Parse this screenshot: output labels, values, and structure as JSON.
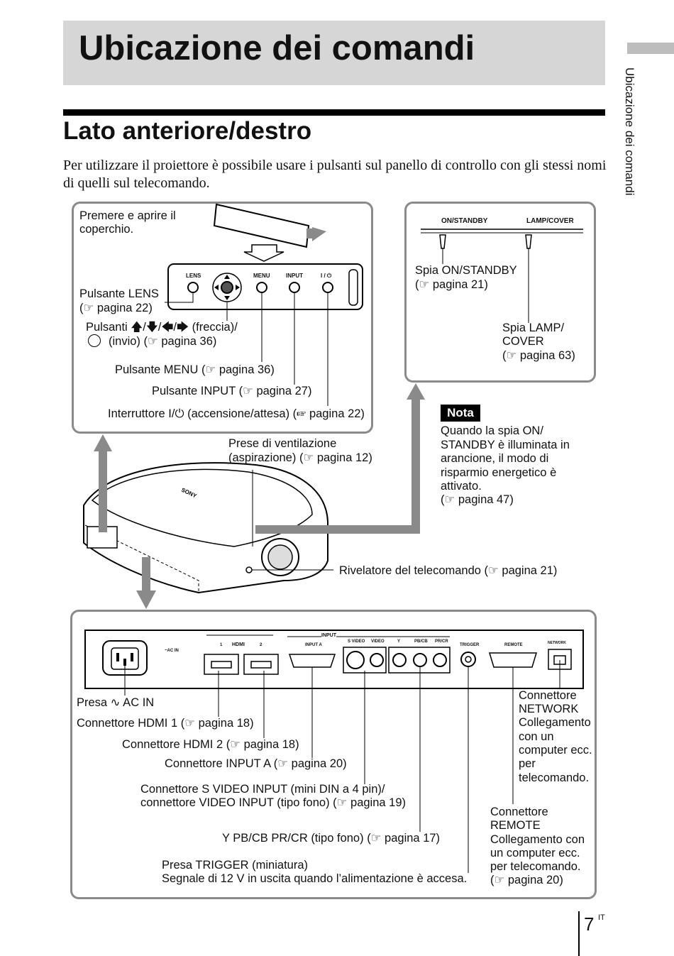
{
  "header": {
    "title": "Ubicazione dei comandi",
    "side_tab": "Ubicazione dei comandi"
  },
  "section": {
    "title": "Lato anteriore/destro",
    "intro": "Per utilizzare il proiettore è possibile usare i pulsanti sul panello di controllo con gli stessi nomi di quelli sul telecomando."
  },
  "control_panel": {
    "lid_note_1": "Premere e aprire il",
    "lid_note_2": "coperchio.",
    "button_labels": [
      "LENS",
      "MENU",
      "INPUT",
      "I / ⏻"
    ],
    "lens_1": "Pulsante LENS",
    "lens_2": "(☞ pagina 22)",
    "arrows_1": "Pulsanti 🡅/🡇/🡄/🡆 (freccia)/",
    "arrows_2": "(invio) (☞ pagina 36)",
    "menu": "Pulsante MENU (☞ pagina 36)",
    "input": "Pulsante INPUT (☞ pagina 27)",
    "power": "Interruttore I/⏻ (accensione/attesa) (☞ pagina 22)"
  },
  "indicators": {
    "on_standby_label": "ON/STANDBY",
    "lamp_cover_label": "LAMP/COVER",
    "on_standby_1": "Spia ON/STANDBY",
    "on_standby_2": "(☞ pagina 21)",
    "lamp_1": "Spia LAMP/",
    "lamp_2": "COVER",
    "lamp_3": "(☞ pagina 63)"
  },
  "nota": {
    "tag": "Nota",
    "lines": [
      "Quando la spia ON/",
      "STANDBY è illuminata in",
      "arancione, il modo di",
      "risparmio energetico è",
      "attivato.",
      "(☞ pagina 47)"
    ]
  },
  "projector": {
    "vent_1": "Prese di ventilazione",
    "vent_2": "(aspirazione) (☞ pagina 12)",
    "remote_sensor": "Rivelatore del telecomando (☞ pagina 21)",
    "brand": "SONY"
  },
  "rear_panel": {
    "labels": {
      "ac_in": "~AC IN",
      "hdmi": "HDMI",
      "hdmi_1": "1",
      "hdmi_2": "2",
      "input": "INPUT",
      "input_a": "INPUT A",
      "s_video": "S VIDEO",
      "video": "VIDEO",
      "y": "Y",
      "pb": "PB/CB",
      "pr": "PR/CR",
      "trigger": "TRIGGER",
      "remote": "REMOTE",
      "network": "NETWORK"
    },
    "ac": "Presa ∿ AC IN",
    "hdmi1": "Connettore HDMI 1 (☞ pagina 18)",
    "hdmi2": "Connettore HDMI 2 (☞ pagina 18)",
    "input_a_note": "Connettore INPUT A (☞ pagina 20)",
    "svideo_1": "Connettore S VIDEO INPUT (mini DIN a 4 pin)/",
    "svideo_2": "connettore VIDEO INPUT (tipo fono) (☞ pagina 19)",
    "ypbpr": "Y PB/CB PR/CR (tipo fono) (☞ pagina 17)",
    "trigger_1": "Presa TRIGGER (miniatura)",
    "trigger_2": "Segnale di 12 V in uscita quando l’alimentazione è accesa.",
    "network_lines": [
      "Connettore",
      "NETWORK",
      "Collegamento",
      "con un",
      "computer ecc.",
      "per",
      "telecomando."
    ],
    "remote_lines": [
      "Connettore",
      "REMOTE",
      "Collegamento con",
      "un computer ecc.",
      "per telecomando.",
      "(☞ pagina 20)"
    ]
  },
  "footer": {
    "page": "7",
    "lang": "IT"
  },
  "colors": {
    "title_bg": "#d6d6d6",
    "panel_border": "#8a8a8a",
    "arrow": "#8a8a8a"
  }
}
